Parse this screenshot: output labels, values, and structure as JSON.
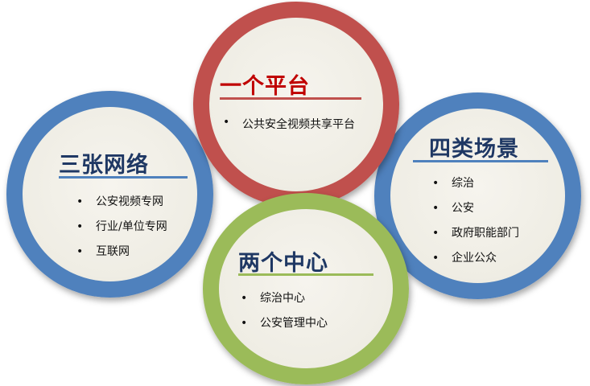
{
  "groups": {
    "platform": {
      "title": "一个平台",
      "items": [
        "公共安全视频共享平台"
      ],
      "color": "#c0504d"
    },
    "networks": {
      "title": "三张网络",
      "items": [
        "公安视频专网",
        "行业/单位专网",
        "互联网"
      ],
      "color": "#4f81bd"
    },
    "scenarios": {
      "title": "四类场景",
      "items": [
        "综治",
        "公安",
        "政府职能部门",
        "企业公众"
      ],
      "color": "#4f81bd"
    },
    "centers": {
      "title": "两个中心",
      "items": [
        "综治中心",
        "公安管理中心"
      ],
      "color": "#9bbb59"
    }
  }
}
